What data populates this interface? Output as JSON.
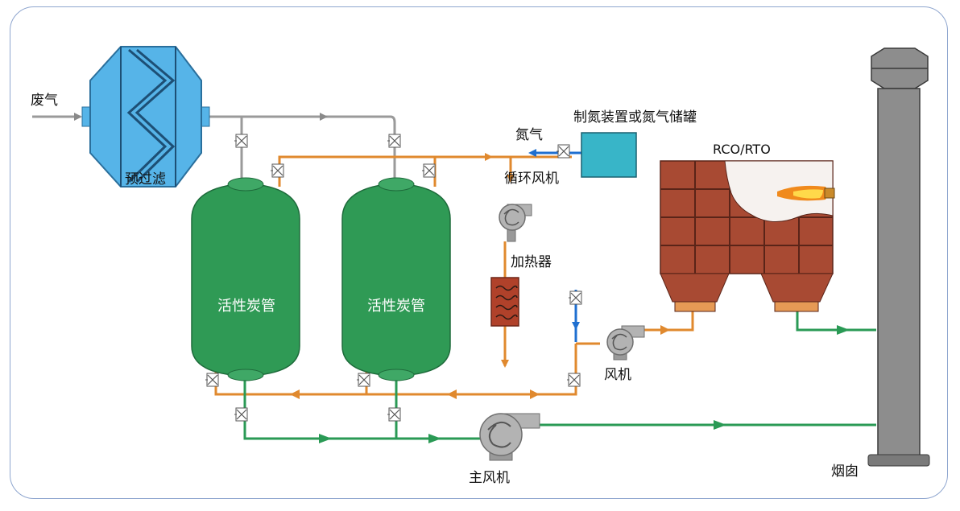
{
  "labels": {
    "waste_gas": "废气",
    "pre_filter": "预过滤",
    "carbon_tube_1": "活性炭管",
    "carbon_tube_2": "活性炭管",
    "nitrogen_source": "制氮装置或氮气储罐",
    "nitrogen": "氮气",
    "circulation_fan": "循环风机",
    "heater": "加热器",
    "rco_rto": "RCO/RTO",
    "fan": "风机",
    "main_fan": "主风机",
    "chimney": "烟囱"
  },
  "colors": {
    "frame": "#8fa6cf",
    "gas_line": "#9a9a9a",
    "desorption_line": "#e0892e",
    "clean_line": "#2a9a55",
    "nitrogen_line": "#1f6fd0",
    "carbon_tube": "#2f9a55",
    "filter": "#56b4e8",
    "heater": "#b0412a",
    "furnace": "#a84a33",
    "chimney": "#8d8d8d"
  }
}
